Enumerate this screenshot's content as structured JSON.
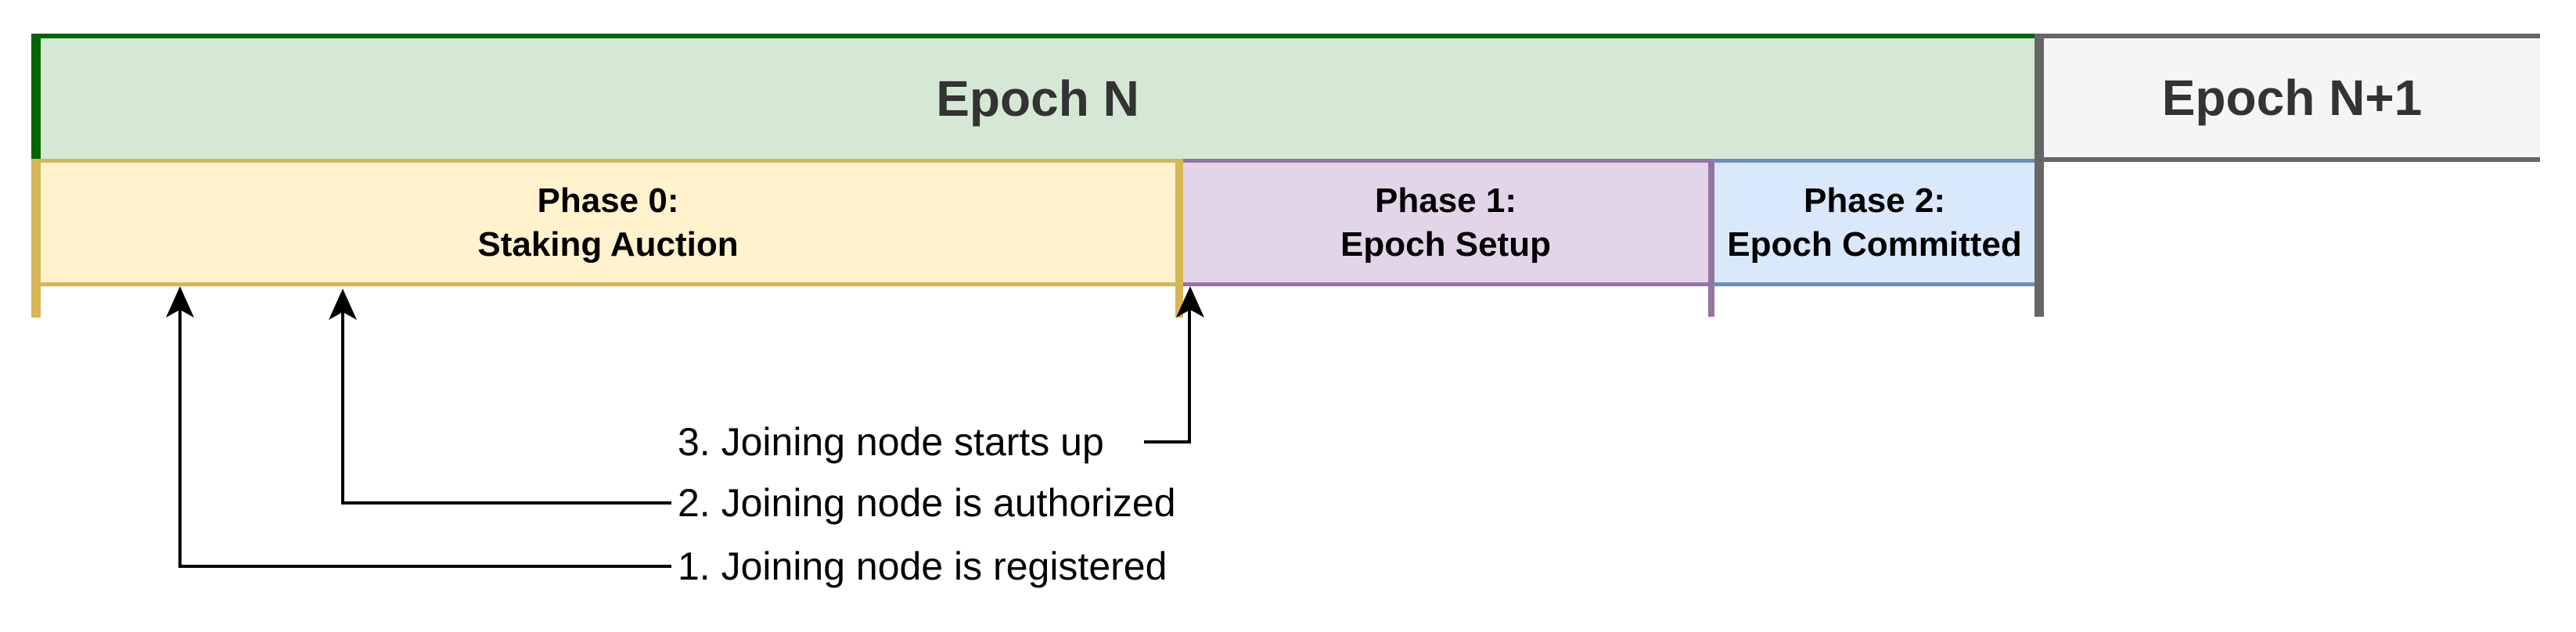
{
  "epochs": [
    {
      "label": "Epoch N"
    },
    {
      "label": "Epoch N+1"
    }
  ],
  "phases": [
    {
      "title": "Phase 0:",
      "subtitle": "Staking Auction"
    },
    {
      "title": "Phase 1:",
      "subtitle": "Epoch Setup"
    },
    {
      "title": "Phase 2:",
      "subtitle": "Epoch Committed"
    }
  ],
  "annotations": [
    {
      "label": "1. Joining node is registered"
    },
    {
      "label": "2. Joining node is authorized"
    },
    {
      "label": "3. Joining node starts up"
    }
  ],
  "colors": {
    "epoch_n_fill": "#d5e8d4",
    "epoch_n_marker": "#006600",
    "epoch_n1_fill": "#f5f5f5",
    "epoch_n1_border": "#666666",
    "phase0_fill": "#fff2cc",
    "phase0_border": "#d6b656",
    "phase1_fill": "#e1d5e7",
    "phase1_border": "#9673a6",
    "phase2_fill": "#dae8fc",
    "phase2_border": "#6c8ebf",
    "arrow": "#000000",
    "epoch_text": "#333333",
    "phase_text": "#000000"
  }
}
